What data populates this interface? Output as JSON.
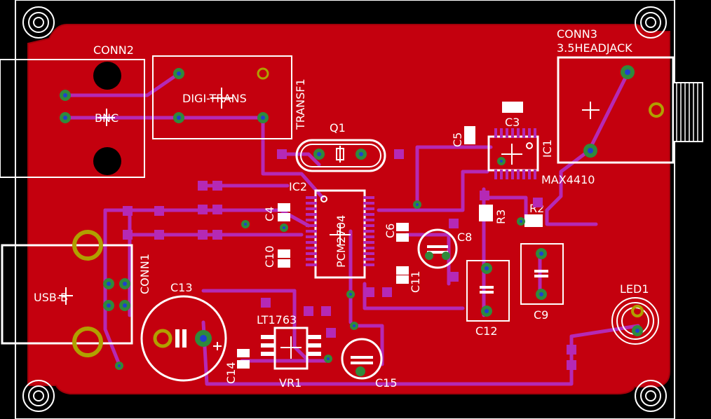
{
  "colors": {
    "background": "#000000",
    "board": "#c4000e",
    "board_edge": "#a3000a",
    "trace_bottom": "#b529b5",
    "pad_smd": "#b529b5",
    "silkscreen": "#ffffff",
    "pad_ring": "#2f8a3c",
    "drill": "#1f3fd0",
    "via_gold": "#b0a000"
  },
  "labels": {
    "conn2": "CONN2",
    "bnc": "BNC",
    "transf1": "TRANSF1",
    "digitrans": "DIGI-TRANS",
    "conn3": "CONN3",
    "headjack": "3.5HEADJACK",
    "q1": "Q1",
    "c3": "C3",
    "c5": "C5",
    "ic1": "IC1",
    "max4410": "MAX4410",
    "ic2": "IC2",
    "pcm2704": "PCM2704",
    "c4": "C4",
    "c6": "C6",
    "c8": "C8",
    "c10": "C10",
    "c11": "C11",
    "r3": "R3",
    "r2": "R2",
    "conn1": "CONN1",
    "usbb": "USB-B",
    "c13": "C13",
    "lt1763": "LT1763",
    "c12": "C12",
    "c9": "C9",
    "led1": "LED1",
    "c14": "C14",
    "vr1": "VR1",
    "c15": "C15"
  }
}
